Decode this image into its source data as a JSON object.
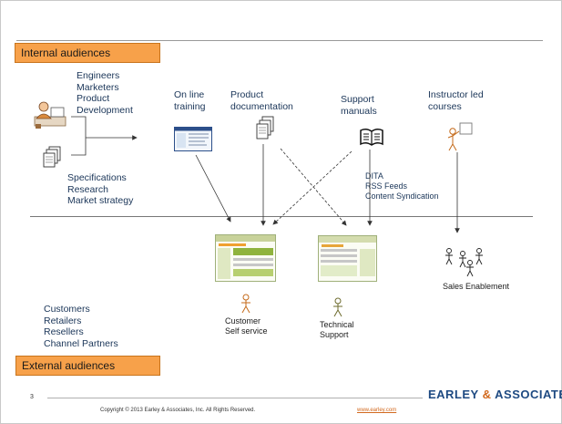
{
  "header": {
    "internal_label": "Internal audiences"
  },
  "internal": {
    "roles": [
      "Engineers",
      "Marketers",
      "Product",
      "Development"
    ],
    "inputs": [
      "Specifications",
      "Research",
      "Market strategy"
    ]
  },
  "channels": {
    "online_training": [
      "On line",
      "training"
    ],
    "product_docs": [
      "Product",
      "documentation"
    ],
    "support_manuals": [
      "Support",
      "manuals"
    ],
    "instructor_courses": [
      "Instructor led",
      "courses"
    ],
    "formats": [
      "DITA",
      "RSS Feeds",
      "Content Syndication"
    ]
  },
  "outcomes": {
    "customer_self_service": [
      "Customer",
      "Self service"
    ],
    "technical_support": [
      "Technical",
      "Support"
    ],
    "sales_enablement": "Sales Enablement"
  },
  "external": {
    "audiences": [
      "Customers",
      "Retailers",
      "Resellers",
      "Channel Partners"
    ],
    "label": "External audiences"
  },
  "footer": {
    "page_number": "3",
    "copyright": "Copyright © 2013 Earley & Associates, Inc. All Rights Reserved.",
    "url": "www.earley.com",
    "brand_left": "EARLEY",
    "brand_amp": "&",
    "brand_right": "ASSOCIATES"
  },
  "colors": {
    "band": "#f7a14a",
    "text": "#1a3558",
    "brand": "#1e4a82",
    "accent": "#d2691e"
  }
}
